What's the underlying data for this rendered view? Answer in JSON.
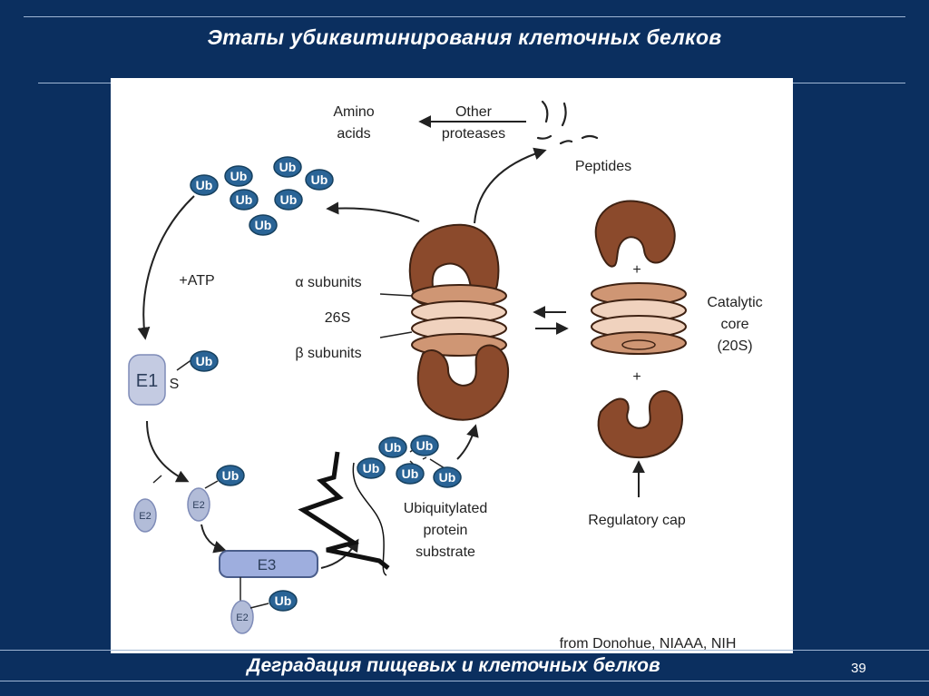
{
  "slide": {
    "title": "Этапы убиквитинирования клеточных белков",
    "footer_title": "Деградация пищевых и клеточных белков",
    "page_number": "39"
  },
  "diagram": {
    "amino_acids_line1": "Amino",
    "amino_acids_line2": "acids",
    "other_proteases_line1": "Other",
    "other_proteases_line2": "proteases",
    "peptides": "Peptides",
    "ub": "Ub",
    "atp": "+ATP",
    "e1": "E1",
    "e2": "E2",
    "e3": "E3",
    "s": "S",
    "alpha_subunits": "α  subunits",
    "s26": "26S",
    "beta_subunits": "β  subunits",
    "catalytic_core_line1": "Catalytic",
    "catalytic_core_line2": "core",
    "catalytic_core_line3": "(20S)",
    "plus": "+",
    "regulatory_cap": "Regulatory cap",
    "substrate_line1": "Ubiquitylated",
    "substrate_line2": "protein",
    "substrate_line3": "substrate",
    "credit": "from Donohue, NIAAA, NIH",
    "colors": {
      "ub": "#2a6496",
      "cap": "#8b4a2c",
      "ring_light": "#f0d2be",
      "ring_dark": "#cf9674",
      "enzyme": "#9eaede"
    }
  }
}
